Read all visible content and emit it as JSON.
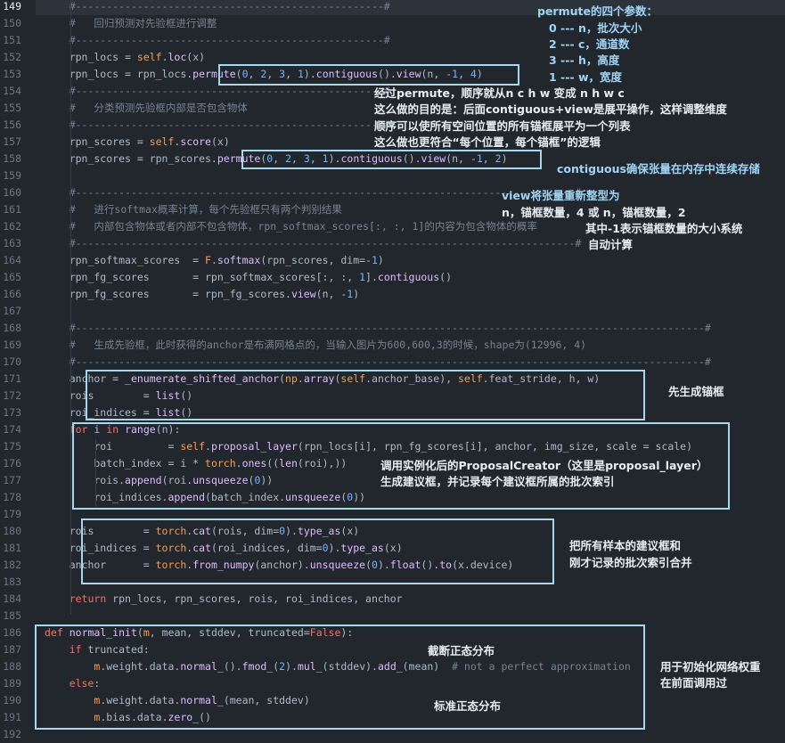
{
  "editor": {
    "current_line": "149",
    "lines": [
      {
        "n": "149",
        "t": "    #--------------------------------------------------#"
      },
      {
        "n": "150",
        "t": "    #   回归预测对先验框进行调整"
      },
      {
        "n": "151",
        "t": "    #--------------------------------------------------#"
      },
      {
        "n": "152",
        "t": "    rpn_locs = self.loc(x)"
      },
      {
        "n": "153",
        "t": "    rpn_locs = rpn_locs.permute(0, 2, 3, 1).contiguous().view(n, -1, 4)"
      },
      {
        "n": "154",
        "t": "    #--------------------------------------------------#"
      },
      {
        "n": "155",
        "t": "    #   分类预测先验框内部是否包含物体"
      },
      {
        "n": "156",
        "t": "    #--------------------------------------------------#"
      },
      {
        "n": "157",
        "t": "    rpn_scores = self.score(x)"
      },
      {
        "n": "158",
        "t": "    rpn_scores = rpn_scores.permute(0, 2, 3, 1).contiguous().view(n, -1, 2)"
      },
      {
        "n": "159",
        "t": ""
      },
      {
        "n": "160",
        "t": "    #---------------------------------------------------------------------------------#"
      },
      {
        "n": "161",
        "t": "    #   进行softmax概率计算，每个先验框只有两个判别结果"
      },
      {
        "n": "162",
        "t": "    #   内部包含物体或者内部不包含物体，rpn_softmax_scores[:, :, 1]的内容为包含物体的概率"
      },
      {
        "n": "163",
        "t": "    #---------------------------------------------------------------------------------#"
      },
      {
        "n": "164",
        "t": "    rpn_softmax_scores  = F.softmax(rpn_scores, dim=-1)"
      },
      {
        "n": "165",
        "t": "    rpn_fg_scores       = rpn_softmax_scores[:, :, 1].contiguous()"
      },
      {
        "n": "166",
        "t": "    rpn_fg_scores       = rpn_fg_scores.view(n, -1)"
      },
      {
        "n": "167",
        "t": ""
      },
      {
        "n": "168",
        "t": "    #------------------------------------------------------------------------------------------------------#"
      },
      {
        "n": "169",
        "t": "    #   生成先验框，此时获得的anchor是布满网格点的，当输入图片为600,600,3的时候，shape为(12996, 4)"
      },
      {
        "n": "170",
        "t": "    #------------------------------------------------------------------------------------------------------#"
      },
      {
        "n": "171",
        "t": "    anchor = _enumerate_shifted_anchor(np.array(self.anchor_base), self.feat_stride, h, w)"
      },
      {
        "n": "172",
        "t": "    rois        = list()"
      },
      {
        "n": "173",
        "t": "    roi_indices = list()"
      },
      {
        "n": "174",
        "t": "    for i in range(n):"
      },
      {
        "n": "175",
        "t": "        roi         = self.proposal_layer(rpn_locs[i], rpn_fg_scores[i], anchor, img_size, scale = scale)"
      },
      {
        "n": "176",
        "t": "        batch_index = i * torch.ones((len(roi),))"
      },
      {
        "n": "177",
        "t": "        rois.append(roi.unsqueeze(0))"
      },
      {
        "n": "178",
        "t": "        roi_indices.append(batch_index.unsqueeze(0))"
      },
      {
        "n": "179",
        "t": ""
      },
      {
        "n": "180",
        "t": "    rois        = torch.cat(rois, dim=0).type_as(x)"
      },
      {
        "n": "181",
        "t": "    roi_indices = torch.cat(roi_indices, dim=0).type_as(x)"
      },
      {
        "n": "182",
        "t": "    anchor      = torch.from_numpy(anchor).unsqueeze(0).float().to(x.device)"
      },
      {
        "n": "183",
        "t": ""
      },
      {
        "n": "184",
        "t": "    return rpn_locs, rpn_scores, rois, roi_indices, anchor"
      },
      {
        "n": "185",
        "t": ""
      },
      {
        "n": "186",
        "t": "def normal_init(m, mean, stddev, truncated=False):"
      },
      {
        "n": "187",
        "t": "    if truncated:"
      },
      {
        "n": "188",
        "t": "        m.weight.data.normal_().fmod_(2).mul_(stddev).add_(mean)  # not a perfect approximation"
      },
      {
        "n": "189",
        "t": "    else:"
      },
      {
        "n": "190",
        "t": "        m.weight.data.normal_(mean, stddev)"
      },
      {
        "n": "191",
        "t": "        m.bias.data.zero_()"
      },
      {
        "n": "192",
        "t": ""
      }
    ]
  },
  "annotations": {
    "permute_title": "permute的四个参数：",
    "permute_n": "0 --- n，批次大小",
    "permute_c": "2 --- c，通道数",
    "permute_h": "3 --- h，高度",
    "permute_w": "1 --- w，宽度",
    "explain_1": "经过permute，顺序就从n c h w 变成 n h w c",
    "explain_2": "这么做的目的是：后面contiguous+view是展平操作，这样调整维度",
    "explain_3": "顺序可以使所有空间位置的所有锚框展平为一个列表",
    "explain_4": "这么做也更符合“每个位置，每个锚框”的逻辑",
    "contiguous_note": "contiguous确保张量在内存中连续存储",
    "view_1": "view将张量重新整型为",
    "view_2": "n，锚框数量，4 或 n，锚框数量，2",
    "view_3": "其中-1表示锚框数量的大小系统",
    "view_4": "自动计算",
    "anchor_note": "先生成锚框",
    "proposal_1": "调用实例化后的ProposalCreator（这里是proposal_layer）",
    "proposal_2": "生成建议框，并记录每个建议框所属的批次索引",
    "merge_1": "把所有样本的建议框和",
    "merge_2": "刚才记录的批次索引合并",
    "trunc_note": "截断正态分布",
    "std_note": "标准正态分布",
    "init_1": "用于初始化网络权重",
    "init_2": "在前面调用过"
  }
}
